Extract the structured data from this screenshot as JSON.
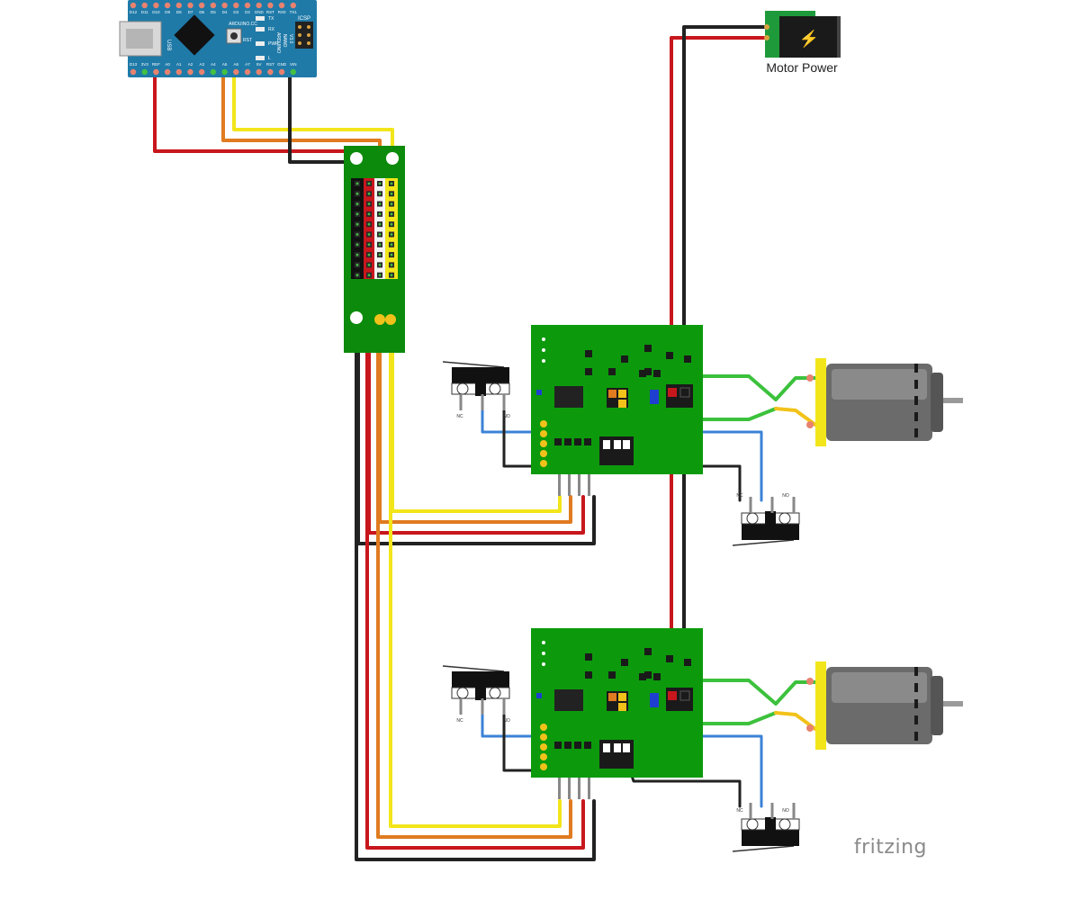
{
  "app": {
    "watermark": "fritzing"
  },
  "power_jack": {
    "label": "Motor Power",
    "symbol": "⚡"
  },
  "arduino": {
    "brand": "ARDUINO.CC",
    "name_lines": [
      "ARDUINO",
      "NANO",
      "V3.0"
    ],
    "icsp": "ICSP",
    "usb": "USB",
    "rst": "RST",
    "tx": "TX",
    "rx": "RX",
    "pwr": "PWR",
    "l": "L",
    "top_pins": [
      "D12",
      "D11",
      "D10",
      "D9",
      "D8",
      "D7",
      "D6",
      "D5",
      "D4",
      "D3",
      "D2",
      "GND",
      "RST",
      "RX0",
      "TX1"
    ],
    "bottom_pins": [
      "D13",
      "3V3",
      "REF",
      "A0",
      "A1",
      "A2",
      "A3",
      "A4",
      "A5",
      "A6",
      "A7",
      "5V",
      "RST",
      "GND",
      "VIN"
    ]
  },
  "switches": {
    "nc": "NC",
    "no": "NO"
  },
  "colors": {
    "wire_red": "#c8161d",
    "wire_black": "#222222",
    "wire_orange": "#e07b1f",
    "wire_yellow": "#f2e51a",
    "wire_blue": "#3b82d6",
    "wire_green": "#3cc13c",
    "pcb_green": "#0c9a0c",
    "arduino_blue": "#1f7aa8",
    "motor_yellow": "#f2e51a",
    "motor_gray": "#6b6b6b"
  }
}
